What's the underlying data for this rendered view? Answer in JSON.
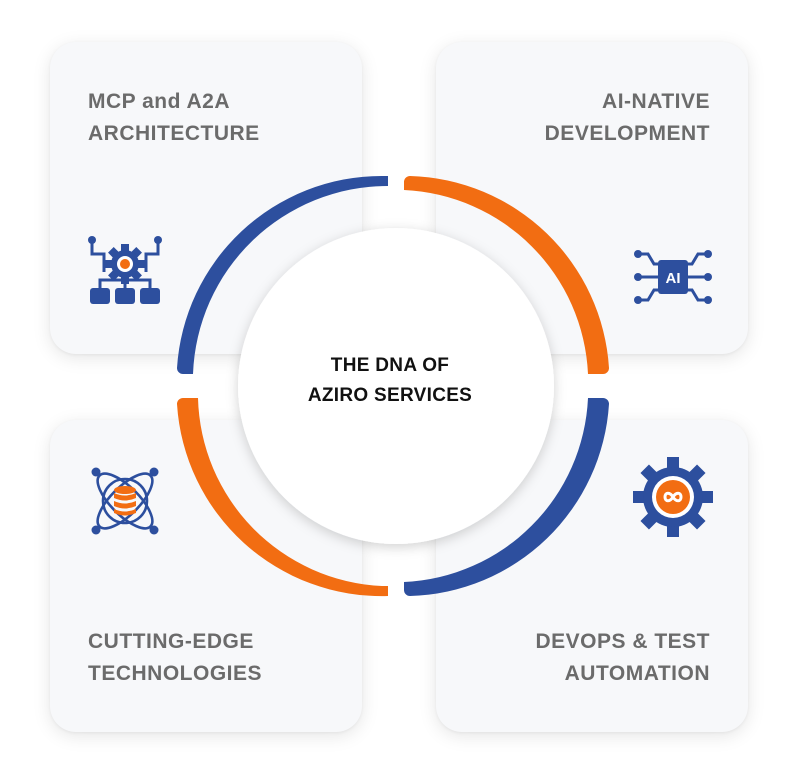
{
  "center": {
    "line1": "THE DNA OF",
    "line2": "AZIRO SERVICES"
  },
  "cards": {
    "top_left": {
      "line1": "MCP and A2A",
      "line2": "ARCHITECTURE",
      "icon": "circuit-gear-icon"
    },
    "top_right": {
      "line1": "AI-NATIVE",
      "line2": "DEVELOPMENT",
      "icon": "ai-chip-icon",
      "chip_label": "AI"
    },
    "bottom_left": {
      "line1": "CUTTING-EDGE",
      "line2": "TECHNOLOGIES",
      "icon": "atom-database-icon"
    },
    "bottom_right": {
      "line1": "DEVOPS & TEST",
      "line2": "AUTOMATION",
      "icon": "gear-infinity-icon"
    }
  },
  "colors": {
    "blue": "#2d4f9e",
    "orange": "#f26d12",
    "title_gray": "#6b6b6b",
    "card_bg": "#f7f8fa"
  }
}
